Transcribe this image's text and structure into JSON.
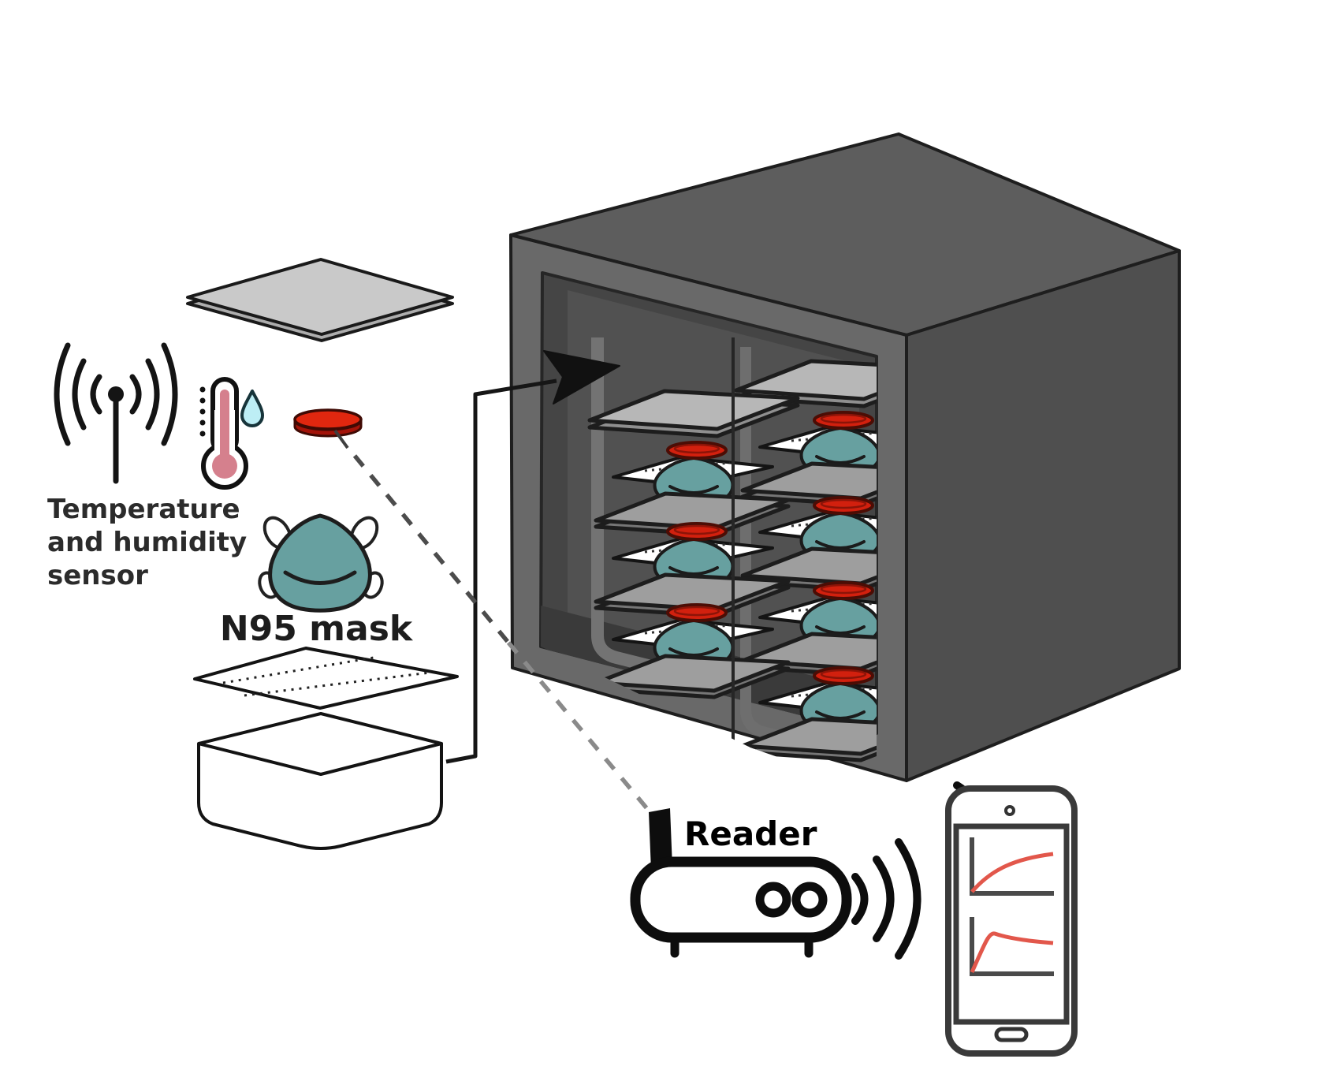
{
  "diagram": {
    "type": "scientific-schematic",
    "labels": {
      "sensor_line1": "Temperature",
      "sensor_line2": "and humidity",
      "sensor_line3": "sensor",
      "mask": "N95 mask",
      "reader": "Reader"
    },
    "components": {
      "sensor_icons": [
        "wireless-antenna",
        "thermometer-with-droplet",
        "red-sensor-disc"
      ],
      "exploded_stack": [
        "container-lid",
        "sensor-disc",
        "n95-mask",
        "filter-sheet",
        "container-box"
      ],
      "incubator": {
        "description": "dark gray cube chamber, open front, two columns of stacked mask containers",
        "columns": 2,
        "left_column_units": 3,
        "right_column_units": 4,
        "unit_parts": [
          "tray-plate",
          "filter-sheet",
          "n95-mask",
          "red-sensor-ring",
          "lid-plate"
        ]
      },
      "reader": {
        "indicator_circles": 2,
        "has_antenna": true,
        "signal_waves": 3
      },
      "smartphone": {
        "graphs": [
          {
            "type": "line",
            "color": "#e2574b",
            "trend": "rises steeply then saturates (temperature)"
          },
          {
            "type": "line",
            "color": "#e2574b",
            "trend": "sharp rise to peak then slow plateau (humidity)"
          }
        ]
      }
    },
    "links": {
      "solid_arrow": "container stack inserted into incubator",
      "dashed_line": "wireless link from sensor disc to reader antenna"
    },
    "colors": {
      "mask_teal": "#67a0a0",
      "sensor_red": "#d2200e",
      "cube_top": "#5d5d5d",
      "cube_front": "#696969",
      "cube_right": "#4f4f4f",
      "cube_interior": "#454545",
      "tray_gray": "#9e9e9e",
      "lid_gray": "#b7b7b7",
      "graph_red": "#e2574b",
      "droplet_cyan": "#bdeef5",
      "thermometer_pink": "#d5808d",
      "outline_dark": "#1d1d1d"
    }
  }
}
